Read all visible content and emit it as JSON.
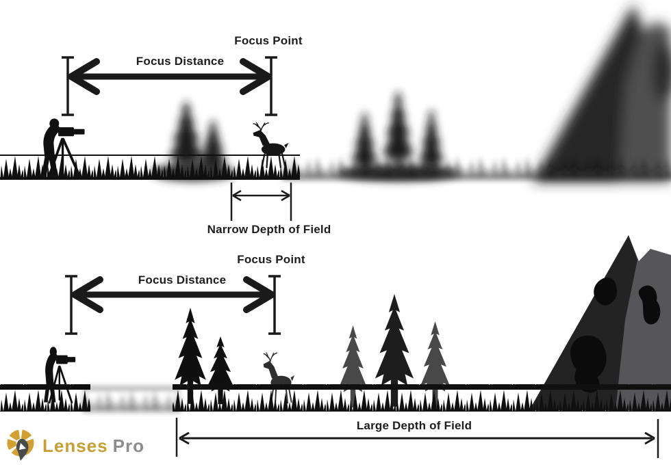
{
  "diagram": {
    "title": "Depth of Field comparison diagram",
    "top_scene": {
      "name": "narrow-depth-of-field-scene",
      "focus_point_label": "Focus Point",
      "focus_distance_label": "Focus Distance",
      "dof_label": "Narrow Depth of Field",
      "elements": [
        "photographer-icon",
        "blurry-pine-trees-icon",
        "deer-icon",
        "blurry-mountain-icon",
        "grass"
      ]
    },
    "bottom_scene": {
      "name": "large-depth-of-field-scene",
      "focus_point_label": "Focus Point",
      "focus_distance_label": "Focus Distance",
      "dof_label": "Large Depth of Field",
      "elements": [
        "photographer-icon",
        "pine-trees-icon",
        "deer-icon",
        "mountain-icon",
        "grass"
      ]
    },
    "logo": {
      "text_primary": "Lenses",
      "text_secondary": "Pro",
      "icon": "aperture-logo-icon"
    },
    "colors": {
      "ink": "#1d1d1d",
      "silhouette": "#111111",
      "gray_tree": "#484848",
      "mountain_dark": "#232323",
      "mountain_light": "#56565a",
      "mountain_patch": "#0b0b0b",
      "logo_gold": "#C6A035",
      "logo_gray": "#8C8C8C"
    }
  }
}
